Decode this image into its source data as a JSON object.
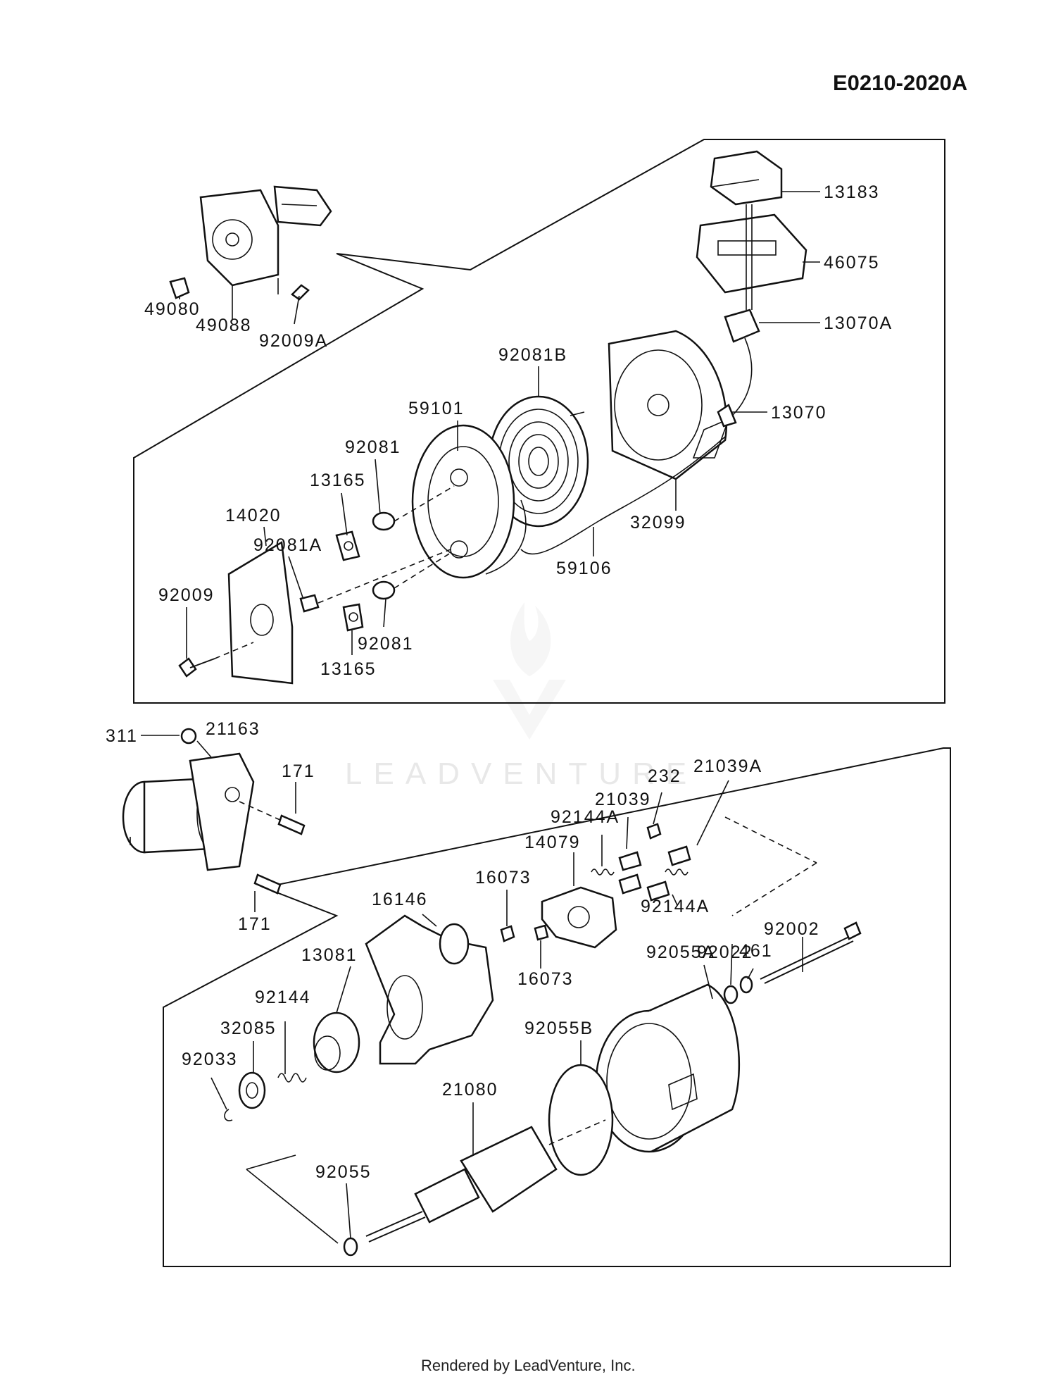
{
  "diagram_id": "E0210-2020A",
  "watermark": "LEADVENTURE",
  "footer": "Rendered by LeadVenture, Inc.",
  "labels": {
    "l13183": "13183",
    "l46075": "46075",
    "l13070A": "13070A",
    "l13070": "13070",
    "l32099": "32099",
    "l59106": "59106",
    "l92081B": "92081B",
    "l59101": "59101",
    "l92081_top": "92081",
    "l13165_top": "13165",
    "l14020": "14020",
    "l92081A": "92081A",
    "l92009": "92009",
    "l92081_bot": "92081",
    "l13165_bot": "13165",
    "l49080": "49080",
    "l49088": "49088",
    "l92009A": "92009A",
    "l311": "311",
    "l21163": "21163",
    "l171_top": "171",
    "l171_bot": "171",
    "l232": "232",
    "l21039A": "21039A",
    "l21039": "21039",
    "l92144A_top": "92144A",
    "l14079": "14079",
    "l16073_top": "16073",
    "l16073_bot": "16073",
    "l92144A_bot": "92144A",
    "l92002": "92002",
    "l92022": "92022",
    "l92055A": "92055A",
    "l461": "461",
    "l16146": "16146",
    "l13081": "13081",
    "l92144": "92144",
    "l32085": "32085",
    "l92033": "92033",
    "l92055B": "92055B",
    "l21080": "21080",
    "l92055": "92055"
  }
}
